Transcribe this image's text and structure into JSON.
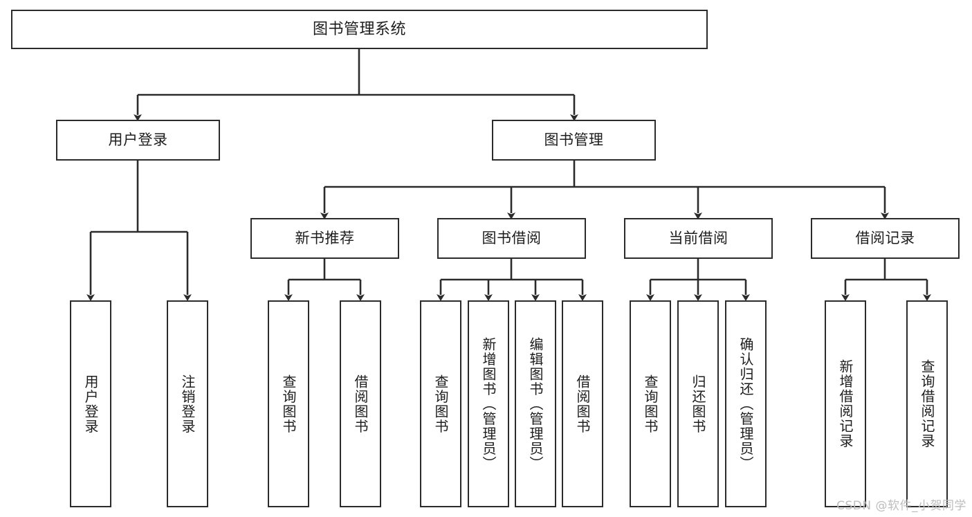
{
  "diagram": {
    "type": "tree-hierarchy",
    "title": "图书管理系统",
    "orientation": "top-down",
    "colors": {
      "stroke": "#2b2b2b",
      "fill": "#ffffff",
      "text": "#1d1d1d",
      "watermark": "#bdbdbd"
    }
  },
  "watermark": {
    "text": "CSDN @软件_小贺同学"
  },
  "nodes": {
    "root": {
      "label": "图书管理系统"
    },
    "level2": [
      {
        "id": "user-login",
        "label": "用户登录"
      },
      {
        "id": "book-manage",
        "label": "图书管理"
      }
    ],
    "level3": [
      {
        "id": "new-book-recommend",
        "label": "新书推荐"
      },
      {
        "id": "book-borrow",
        "label": "图书借阅"
      },
      {
        "id": "current-borrow",
        "label": "当前借阅"
      },
      {
        "id": "borrow-record",
        "label": "借阅记录"
      }
    ],
    "leaves": {
      "user-login": [
        {
          "id": "leaf-user-login",
          "label": "用户登录"
        },
        {
          "id": "leaf-user-logout",
          "label": "注销登录"
        }
      ],
      "new-book-recommend": [
        {
          "id": "leaf-query-book-1",
          "label": "查询图书"
        },
        {
          "id": "leaf-borrow-book-1",
          "label": "借阅图书"
        }
      ],
      "book-borrow": [
        {
          "id": "leaf-query-book-2",
          "label": "查询图书"
        },
        {
          "id": "leaf-add-book",
          "label": "新增图书（管理员）"
        },
        {
          "id": "leaf-edit-book",
          "label": "编辑图书（管理员）"
        },
        {
          "id": "leaf-borrow-book-2",
          "label": "借阅图书"
        }
      ],
      "current-borrow": [
        {
          "id": "leaf-query-book-3",
          "label": "查询图书"
        },
        {
          "id": "leaf-return-book",
          "label": "归还图书"
        },
        {
          "id": "leaf-confirm-return",
          "label": "确认归还（管理员）"
        }
      ],
      "borrow-record": [
        {
          "id": "leaf-add-record",
          "label": "新增借阅记录"
        },
        {
          "id": "leaf-query-record",
          "label": "查询借阅记录"
        }
      ]
    }
  }
}
